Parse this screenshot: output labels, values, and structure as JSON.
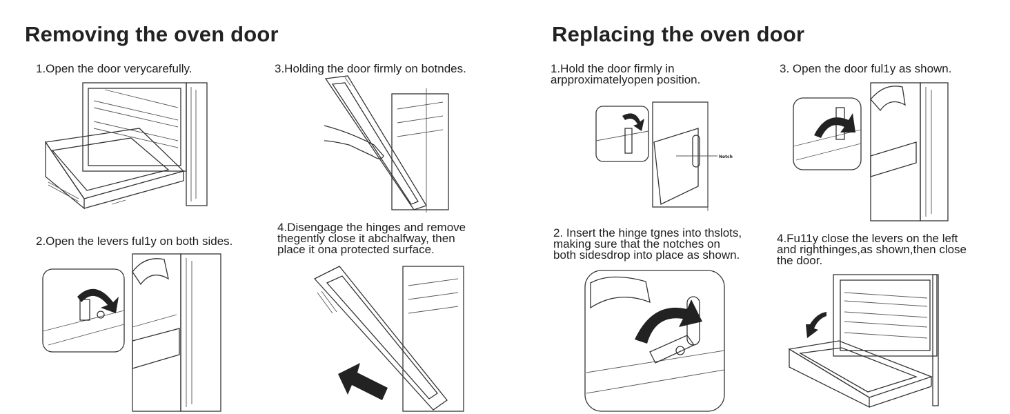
{
  "removing": {
    "title": "Removing the oven door",
    "steps": [
      "1.Open the door verycarefully.",
      "2.Open the levers ful1y on both sides.",
      "3.Holding the door firmly on botndes.",
      "4.Disengage the hinges and remove\nthegently close it abchalfway, then\nplace it ona protected surface."
    ]
  },
  "replacing": {
    "title": "Replacing the oven door",
    "steps": [
      "1.Hold the door firmly in\narpproximatelyopen position.",
      "2. Insert the hinge tgnes into thslots,\nmaking sure that the notches on\nboth sidesdrop into place as shown.",
      "3. Open the door ful1y as shown.",
      "4.Fu11y close the levers on the left\nand righthinges,as shown,then close\nthe door."
    ],
    "notch_label": "Notch"
  },
  "icons": [
    "oven-open-door",
    "hinge-lever",
    "door-removal",
    "arrow"
  ]
}
